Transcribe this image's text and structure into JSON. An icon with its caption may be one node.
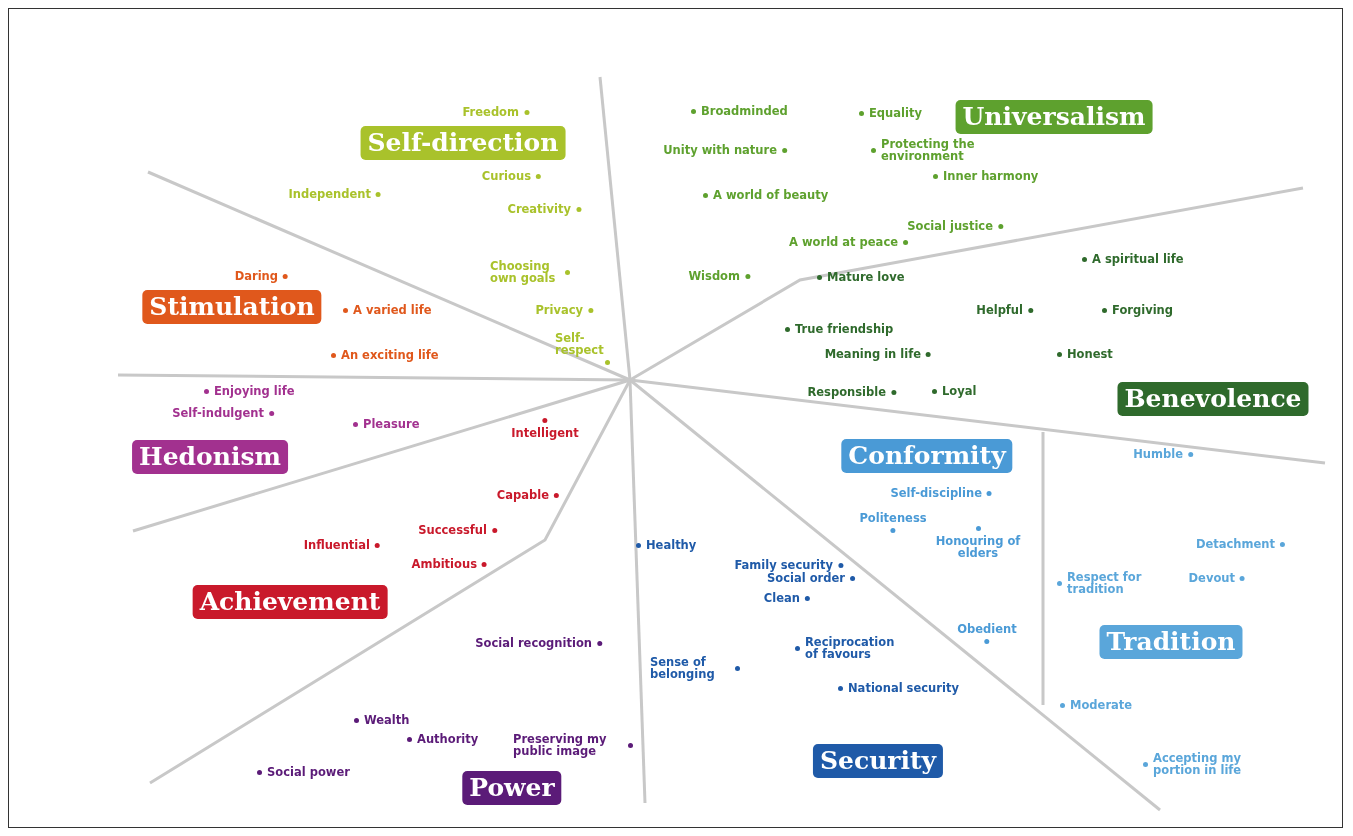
{
  "diagram": {
    "nodes": [
      {
        "text": [
          "Universalism"
        ]
      },
      {
        "text": [
          "Self-direction"
        ]
      },
      {
        "text": [
          "Stimulation"
        ]
      },
      {
        "text": [
          "Benevolence"
        ]
      },
      {
        "text": [
          "Conformity"
        ]
      },
      {
        "text": [
          "Hedonism"
        ]
      },
      {
        "text": [
          "Achievement"
        ]
      },
      {
        "text": [
          "Tradition"
        ]
      },
      {
        "text": [
          "Security"
        ]
      },
      {
        "text": [
          "Power"
        ]
      }
    ],
    "labels": [
      "Freedom",
      "Broadminded",
      "Equality",
      "Unity with nature",
      "Protecting the environment",
      "Curious",
      "Inner harmony",
      "Independent",
      "A world of beauty",
      "Creativity",
      "Social justice",
      "A world at peace",
      "A spiritual life",
      "Choosing own goals",
      "Daring",
      "Wisdom",
      "Mature love",
      "A varied life",
      "Privacy",
      "Helpful",
      "Forgiving",
      "True friendship",
      "Self-respect",
      "An exciting life",
      "Meaning in life",
      "Honest",
      "Enjoying life",
      "Responsible",
      "Loyal",
      "Self-indulgent",
      "Pleasure",
      "Intelligent",
      "Humble",
      "Capable",
      "Self-discipline",
      "Politeness",
      "Honouring of elders",
      "Successful",
      "Influential",
      "Healthy",
      "Detachment",
      "Ambitious",
      "Family security",
      "Social order",
      "Respect for tradition",
      "Devout",
      "Clean",
      "Obedient",
      "Social recognition",
      "Reciprocation of favours",
      "Sense of belonging",
      "National security",
      "Moderate",
      "Wealth",
      "Authority",
      "Preserving my public image",
      "Accepting my portion in life",
      "Social power"
    ]
  }
}
